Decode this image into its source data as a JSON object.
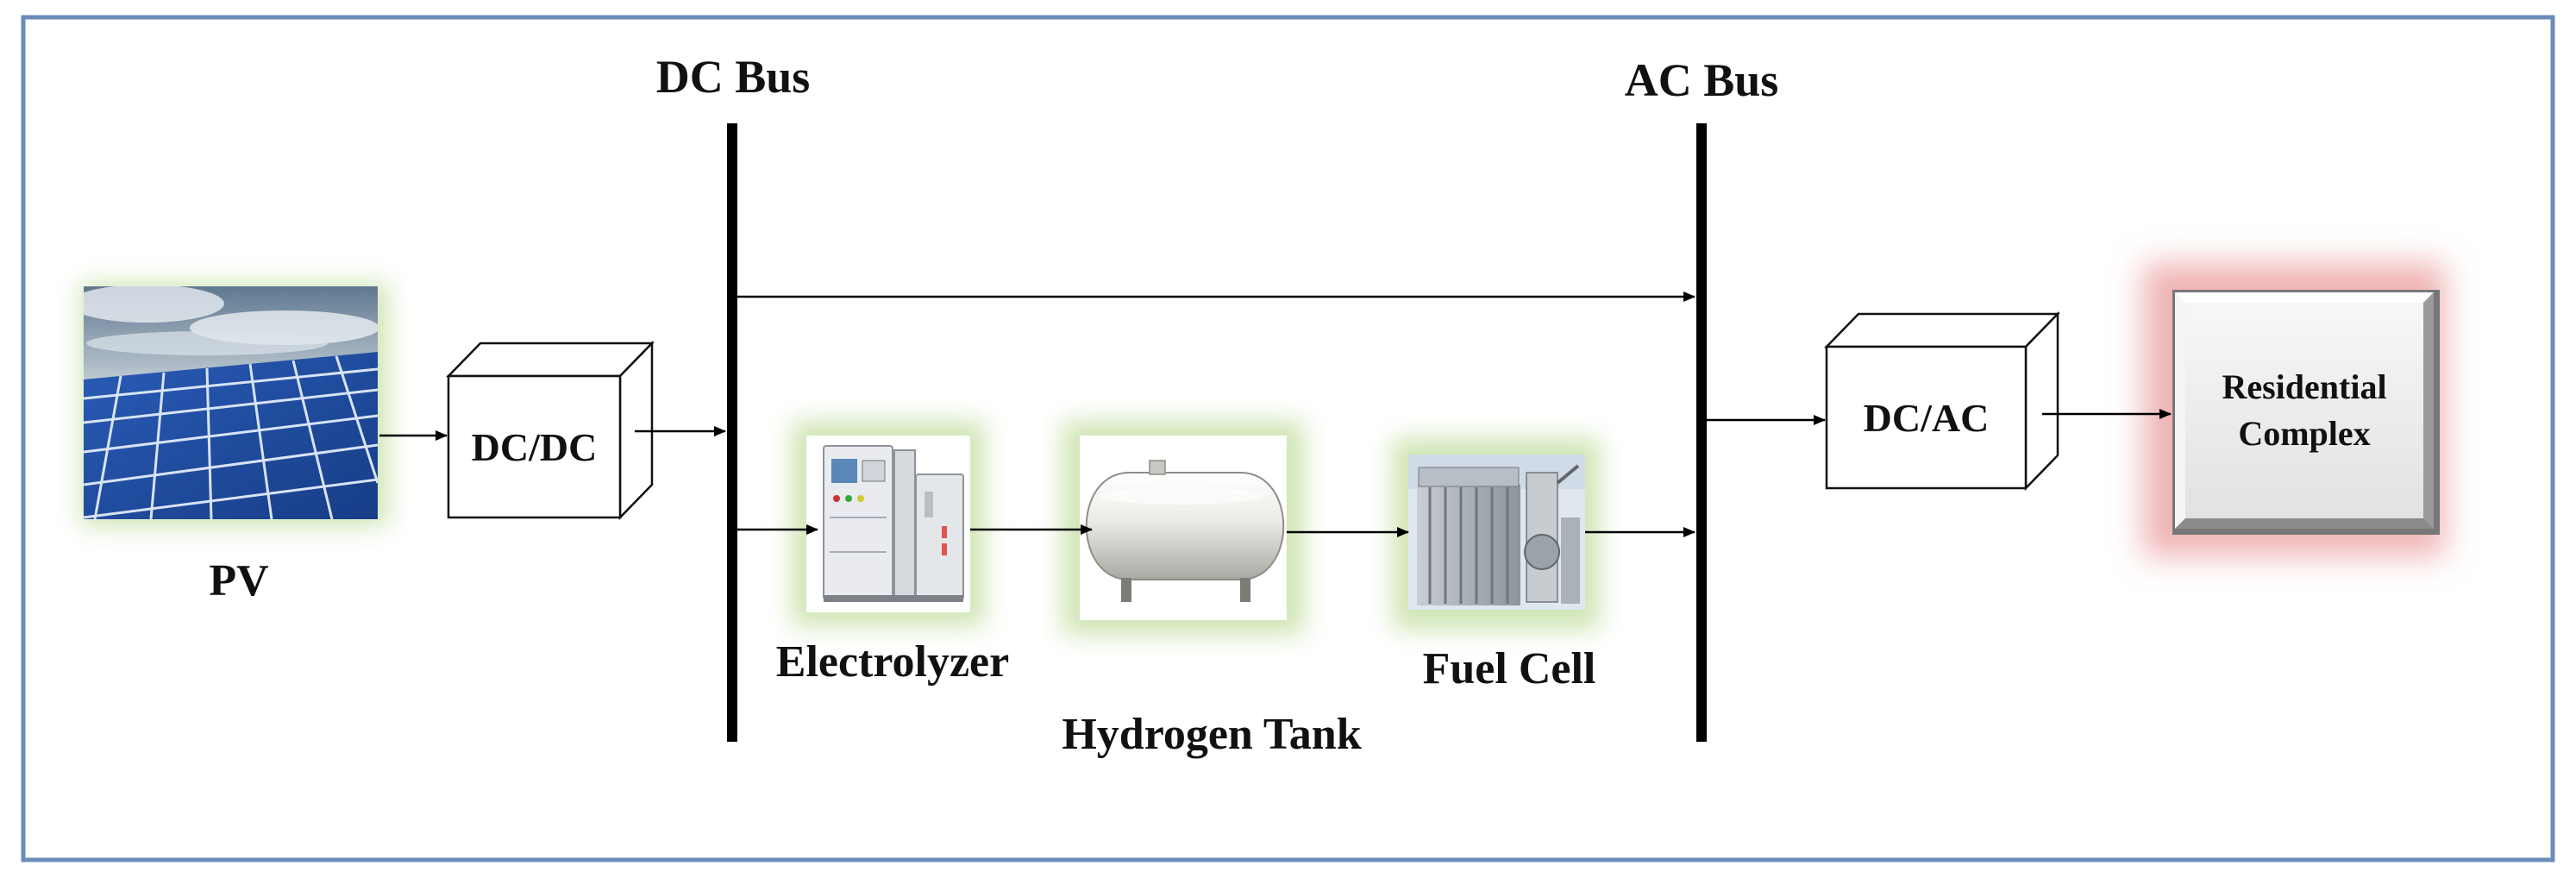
{
  "buses": {
    "dc": {
      "label": "DC Bus"
    },
    "ac": {
      "label": "AC Bus"
    }
  },
  "components": {
    "pv": {
      "label": "PV",
      "icon": "solar-panel-icon"
    },
    "dcdc": {
      "label": "DC/DC"
    },
    "electrolyzer": {
      "label": "Electrolyzer",
      "icon": "electrolyzer-icon"
    },
    "tank": {
      "label": "Hydrogen Tank",
      "icon": "hydrogen-tank-icon"
    },
    "fuelcell": {
      "label": "Fuel Cell",
      "icon": "fuel-cell-icon"
    },
    "dcac": {
      "label": "DC/AC"
    },
    "residential": {
      "label_line1": "Residential",
      "label_line2": "Complex"
    }
  },
  "colors": {
    "frame": "#6b8cba",
    "bus": "#000000",
    "green_glow": "#cfe5b4",
    "red_glow": "#efb3b3",
    "button_face": "#eeeeee",
    "panel_blue": "#1f4fa3"
  }
}
